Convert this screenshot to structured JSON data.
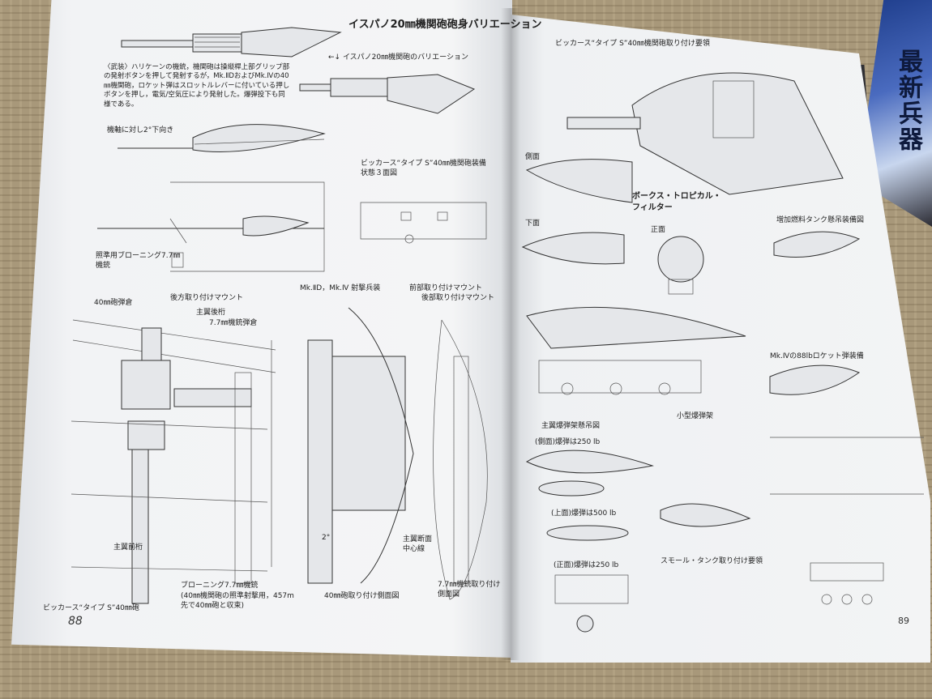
{
  "left_page": {
    "title": "イスパノ20㎜機関砲砲身バリエーション",
    "subtitle": "←↓ イスパノ20㎜機関砲のバリエーション",
    "body": "〈武装〉ハリケーンの機銃，機関砲は操縦桿上部グリップ部の発射ボタンを押して発射するが，Mk.ⅡDおよびMk.Ⅳの40㎜機関砲，ロケット弾はスロットルレバーに付いている押しボタンを押し，電気/空気圧により発射した。爆弾投下も同様である。",
    "label_angle": "機軸に対し2°下向き",
    "label_vickers_3view": "ビッカース“タイプ S”40㎜機関砲装備状態３面図",
    "label_aim_mg": "照準用ブローニング7.7㎜機銃",
    "label_rear_mount": "後方取り付けマウント",
    "label_ammo_40": "40㎜砲弾倉",
    "label_main_rear_spar": "主翼後桁",
    "label_77_ammo": "7.7㎜機銃弾倉",
    "label_mk2d": "Mk.ⅡD，Mk.Ⅳ 射撃兵装",
    "label_front_mount": "前部取り付けマウント",
    "label_rear_mount2": "後部取り付けマウント",
    "label_main_front_spar": "主翼前桁",
    "label_browning": "ブローニング7.7㎜機銃",
    "label_browning_note": "(40㎜機関砲の照準射撃用，457m先で40㎜砲と収束)",
    "label_wing_center": "主翼断面中心線",
    "label_40_side": "40㎜砲取り付け側面図",
    "label_77_side": "7.7㎜機銃取り付け側面図",
    "label_vickers": "ビッカース“タイプ S”40㎜砲",
    "label_2deg": "2°",
    "page_number": "88"
  },
  "right_page": {
    "header": "ビッカース“タイプ S”40㎜機関砲取り付け要領",
    "label_side": "側面",
    "label_bottom": "下面",
    "label_front": "正面",
    "label_filter": "ボークス・トロピカル・フィルター",
    "label_tank": "増加燃料タンク懸吊装備図",
    "label_mk4_rocket": "Mk.Ⅳの88lbロケット弾装備",
    "label_small_rack": "小型爆弾架",
    "label_bomb_rack": "主翼爆弾架懸吊図",
    "label_bomb_side": "(側面)爆弾は250 lb",
    "label_bomb_top": "(上面)爆弾は500 lb",
    "label_bomb_front": "(正面)爆弾は250 lb",
    "label_small_tank": "スモール・タンク取り付け要領",
    "page_number": "89"
  },
  "magazine": {
    "spine_text": "最新兵器"
  }
}
